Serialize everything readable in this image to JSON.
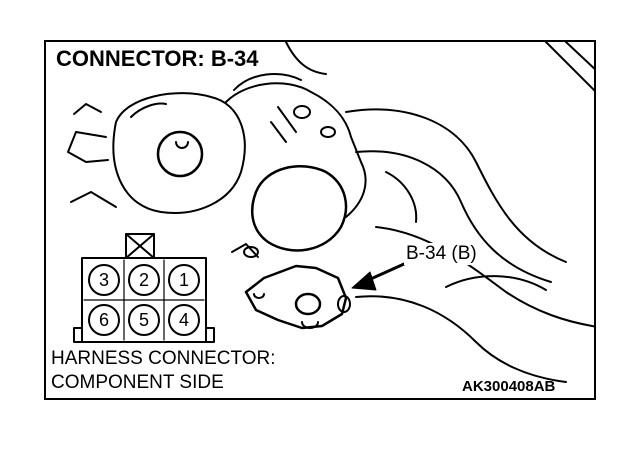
{
  "title": "CONNECTOR: B-34",
  "callout_label": "B-34 (B)",
  "caption": {
    "line1": "HARNESS CONNECTOR:",
    "line2": "COMPONENT SIDE"
  },
  "figure_code": "AK300408AB",
  "connector_pins": {
    "top_row": [
      "3",
      "2",
      "1"
    ],
    "bottom_row": [
      "6",
      "5",
      "4"
    ]
  },
  "colors": {
    "ink": "#000000",
    "paper": "#ffffff"
  }
}
